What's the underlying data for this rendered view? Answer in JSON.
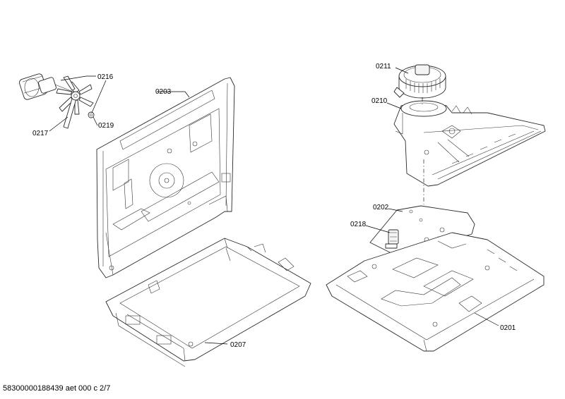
{
  "callouts": {
    "c0216": "0216",
    "c0217": "0217",
    "c0219": "0219",
    "c0203": "0203",
    "c0211": "0211",
    "c0210": "0210",
    "c0202": "0202",
    "c0218": "0218",
    "c0207": "0207",
    "c0201": "0201"
  },
  "footer": {
    "doc_id": "58300000188439 aet 000 c 2/7"
  }
}
